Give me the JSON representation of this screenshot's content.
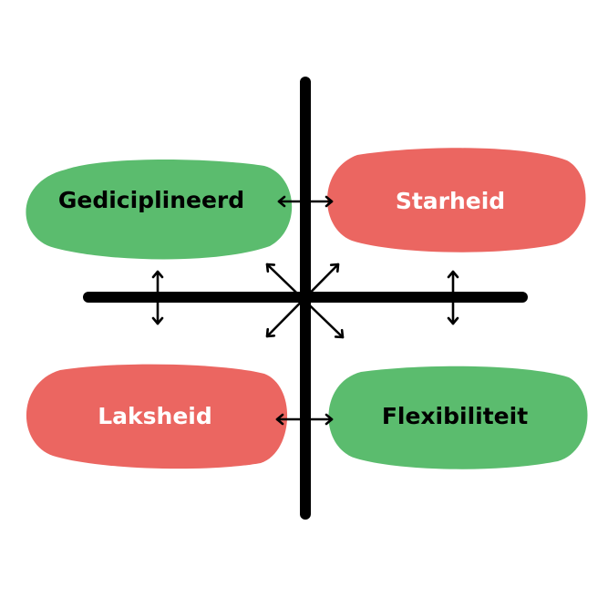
{
  "colors": {
    "positive": "#5bbc6e",
    "negative": "#eb6661",
    "axis": "#000000",
    "dark_text": "#000000",
    "light_text": "#ffffff"
  },
  "quadrants": {
    "top_left": {
      "label": "Gediciplineerd",
      "tone": "positive"
    },
    "top_right": {
      "label": "Starheid",
      "tone": "negative"
    },
    "bottom_left": {
      "label": "Laksheid",
      "tone": "negative"
    },
    "bottom_right": {
      "label": "Flexibiliteit",
      "tone": "positive"
    }
  }
}
